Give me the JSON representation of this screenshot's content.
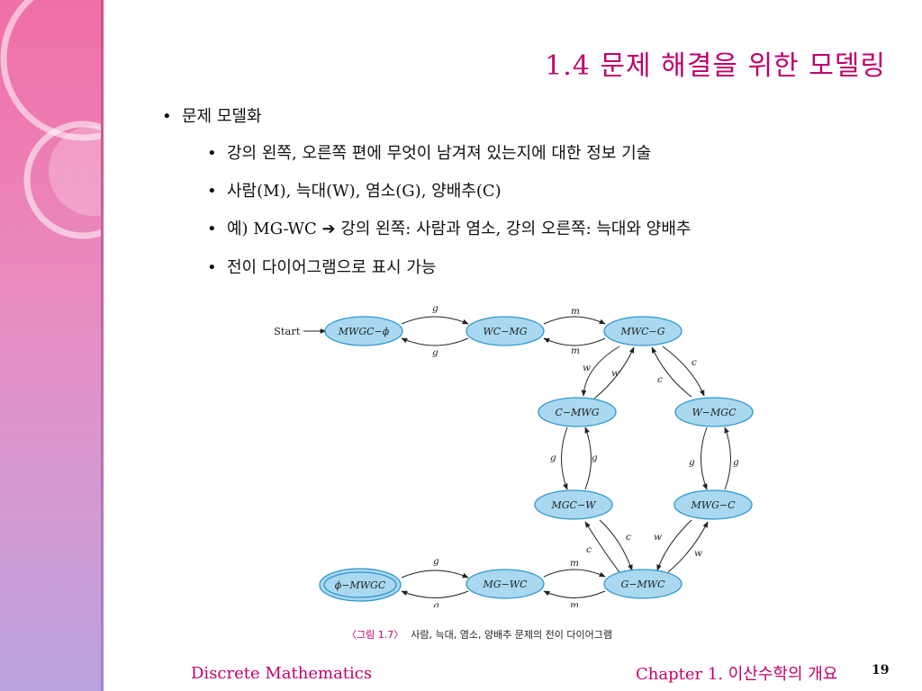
{
  "slide": {
    "title": "1.4 문제 해결을 위한 모델링",
    "bullets": [
      {
        "level": 1,
        "marker": "•",
        "text": "문제 모델화"
      },
      {
        "level": 2,
        "marker": "•",
        "text": "강의 왼쪽, 오른쪽 편에 무엇이 남겨져 있는지에 대한 정보 기술"
      },
      {
        "level": 2,
        "marker": "•",
        "text": "사람(M), 늑대(W), 염소(G), 양배추(C)"
      },
      {
        "level": 2,
        "marker": "•",
        "text": "예) MG-WC  ➔ 강의 왼쪽: 사람과 염소, 강의 오른쪽: 늑대와 양배추"
      },
      {
        "level": 2,
        "marker": "•",
        "text": "전이 다이어그램으로 표시 가능"
      }
    ],
    "footer_left": "Discrete Mathematics",
    "footer_right": "Chapter 1. 이산수학의 개요",
    "page_number": "19"
  },
  "diagram": {
    "start_label": "Start",
    "nodes": [
      {
        "id": "n1",
        "label": "MWGC−ϕ"
      },
      {
        "id": "n2",
        "label": "WC−MG"
      },
      {
        "id": "n3",
        "label": "MWC−G"
      },
      {
        "id": "n4",
        "label": "C−MWG"
      },
      {
        "id": "n5",
        "label": "W−MGC"
      },
      {
        "id": "n6",
        "label": "MGC−W"
      },
      {
        "id": "n7",
        "label": "MWG−C"
      },
      {
        "id": "n8",
        "label": "ϕ−MWGC"
      },
      {
        "id": "n9",
        "label": "MG−WC"
      },
      {
        "id": "n10",
        "label": "G−MWC"
      }
    ],
    "edge_labels": {
      "n1_n2_top": "g",
      "n1_n2_bot": "g",
      "n2_n3_top": "m",
      "n2_n3_bot": "m",
      "n3_n4_out": "w",
      "n3_n4_in": "w",
      "n3_n5_out": "c",
      "n3_n5_in": "c",
      "n4_n6_left": "g",
      "n4_n6_right": "g",
      "n5_n7_left": "g",
      "n5_n7_right": "g",
      "n6_n10_out": "c",
      "n6_n10_in": "c",
      "n7_n10_out": "w",
      "n7_n10_in": "w",
      "n8_n9_top": "g",
      "n8_n9_bot": "g",
      "n9_n10_top": "m",
      "n9_n10_bot": "m"
    },
    "caption_number": "〈그림 1.7〉",
    "caption_text": "사람, 늑대, 염소, 양배추 문제의 전이 다이어그램"
  },
  "colors": {
    "accent": "#c0006b",
    "node_fill": "#a9d8f0",
    "node_stroke": "#2f97cf"
  }
}
